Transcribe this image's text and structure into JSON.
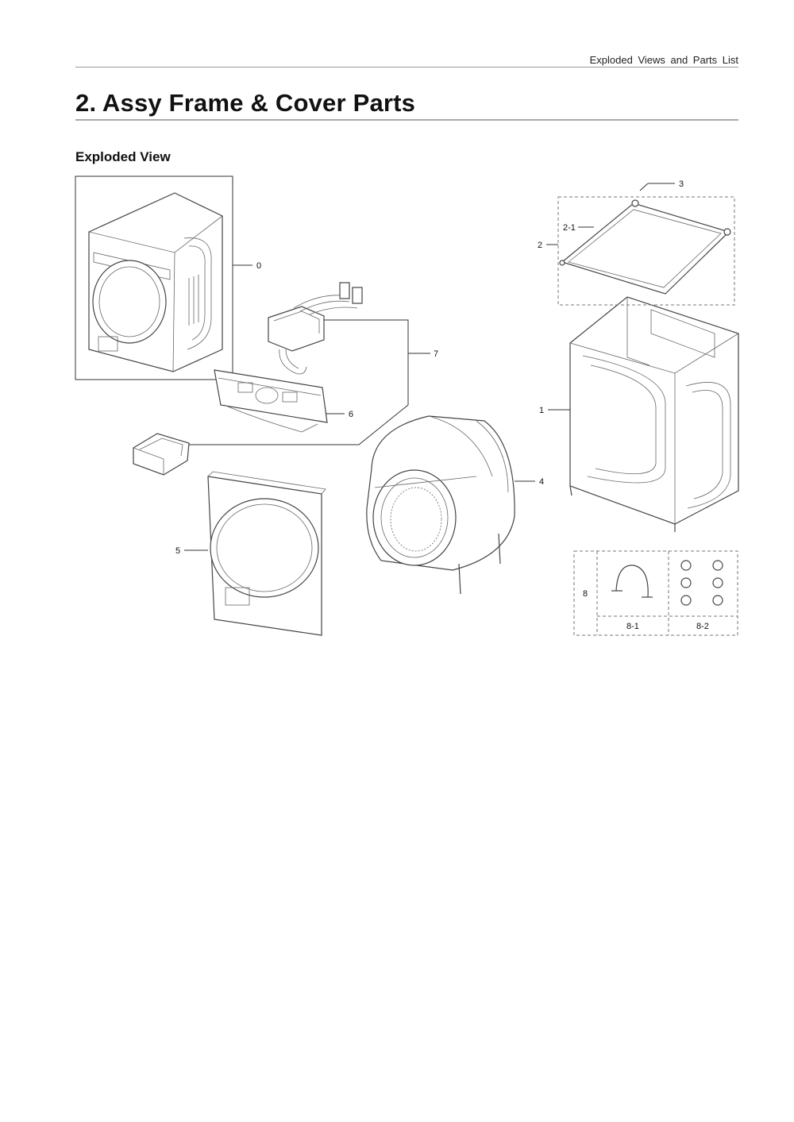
{
  "page": {
    "running_header": "Exploded Views and Parts List",
    "title": "2.  Assy Frame & Cover Parts",
    "section_heading": "Exploded View"
  },
  "diagram": {
    "callouts": [
      {
        "id": "0",
        "label": "0"
      },
      {
        "id": "1",
        "label": "1"
      },
      {
        "id": "2",
        "label": "2"
      },
      {
        "id": "2-1",
        "label": "2-1"
      },
      {
        "id": "3",
        "label": "3"
      },
      {
        "id": "4",
        "label": "4"
      },
      {
        "id": "5",
        "label": "5"
      },
      {
        "id": "6",
        "label": "6"
      },
      {
        "id": "7",
        "label": "7"
      },
      {
        "id": "8",
        "label": "8"
      },
      {
        "id": "8-1",
        "label": "8-1"
      },
      {
        "id": "8-2",
        "label": "8-2"
      }
    ]
  }
}
